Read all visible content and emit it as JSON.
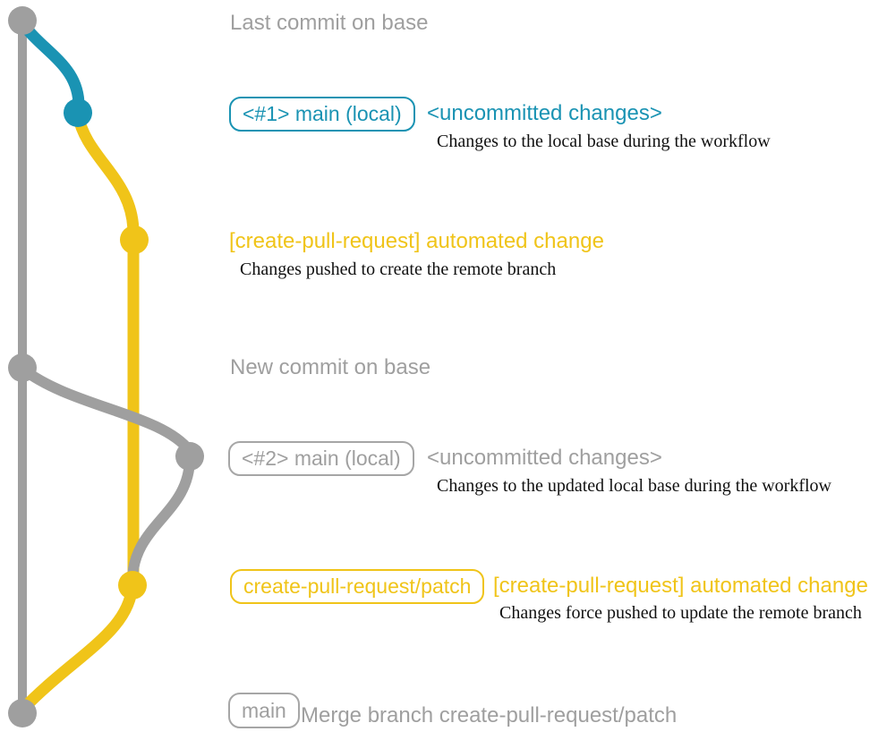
{
  "title": "create-pull-request action git workflow diagram",
  "colors": {
    "gray": "#9f9f9f",
    "teal": "#1a93b3",
    "yellow": "#f0c419",
    "text_black": "#111111",
    "background": "#ffffff"
  },
  "annotations": {
    "last_commit": "Last commit on base",
    "new_commit": "New commit on base"
  },
  "row1": {
    "branch_label": "<#1> main (local)",
    "heading": "<uncommitted changes>",
    "description": "Changes to the local base during the workflow"
  },
  "row2": {
    "heading": "[create-pull-request] automated change",
    "description": "Changes pushed to create the remote branch"
  },
  "row3": {
    "branch_label": "<#2> main (local)",
    "heading": "<uncommitted changes>",
    "description": "Changes to the updated local base during the workflow"
  },
  "row4": {
    "branch_label": "create-pull-request/patch",
    "heading": "[create-pull-request] automated change",
    "description": "Changes force pushed to update the remote branch"
  },
  "row5": {
    "branch_label": "main",
    "message": "Merge branch create-pull-request/patch"
  },
  "graph": {
    "branches": [
      {
        "name": "base",
        "color_key": "gray"
      },
      {
        "name": "main-local",
        "color_key": "teal"
      },
      {
        "name": "create-pull-request/patch",
        "color_key": "yellow"
      }
    ],
    "commits": [
      {
        "id": "last-commit-on-base",
        "color_key": "gray"
      },
      {
        "id": "uncommitted-changes-1",
        "color_key": "teal"
      },
      {
        "id": "automated-change-1",
        "color_key": "yellow"
      },
      {
        "id": "new-commit-on-base",
        "color_key": "gray"
      },
      {
        "id": "uncommitted-changes-2",
        "color_key": "gray"
      },
      {
        "id": "automated-change-2",
        "color_key": "yellow"
      },
      {
        "id": "merge-commit",
        "color_key": "gray"
      }
    ]
  }
}
